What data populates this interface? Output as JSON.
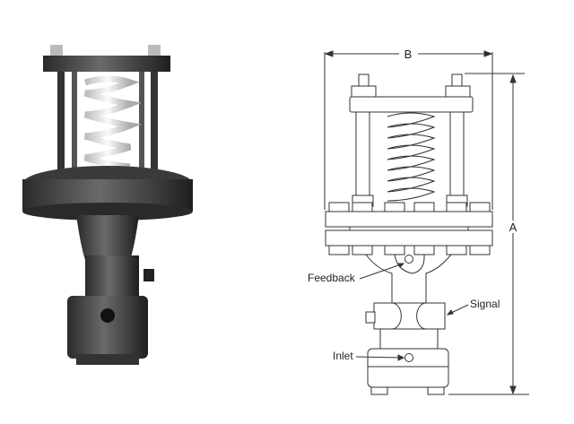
{
  "photo": {
    "subject": "pressure-regulator-valve-photo"
  },
  "drawing": {
    "dimension_width_label": "B",
    "dimension_height_label": "A",
    "callouts": {
      "feedback": "Feedback",
      "signal": "Signal",
      "inlet": "Inlet"
    }
  }
}
